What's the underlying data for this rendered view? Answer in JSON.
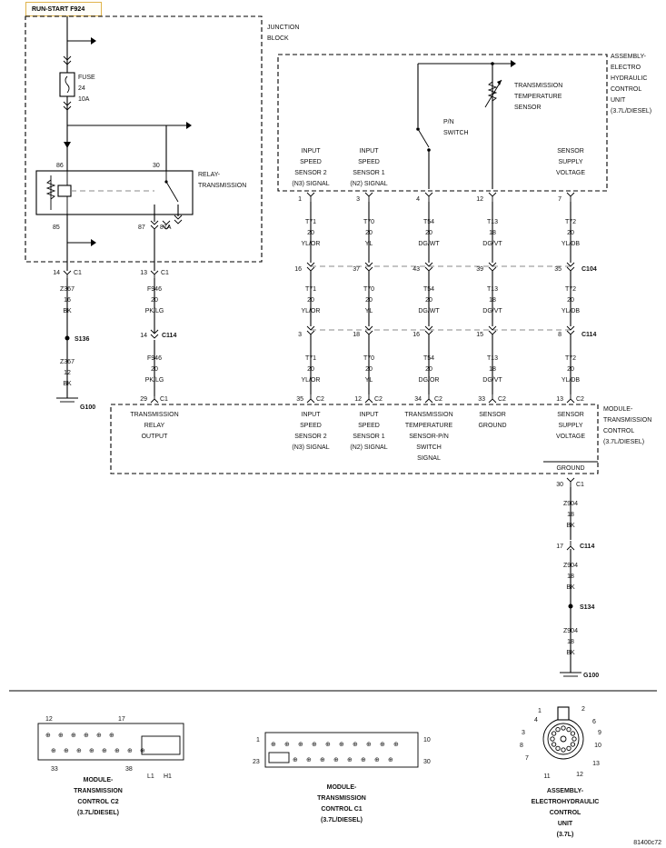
{
  "header": {
    "circuit_title": "RUN-START F924"
  },
  "components": {
    "junction_block": [
      "JUNCTION",
      "BLOCK"
    ],
    "fuse": [
      "FUSE",
      "24",
      "10A"
    ],
    "relay": [
      "RELAY-",
      "TRANSMISSION"
    ],
    "relay_pins": {
      "p86": "86",
      "p30": "30",
      "p85": "85",
      "p87": "87",
      "p87a": "87A"
    },
    "ehcu": [
      "ASSEMBLY-",
      "ELECTRO",
      "HYDRAULIC",
      "CONTROL",
      "UNIT",
      "(3.7L/DIESEL)"
    ],
    "temp_sensor": [
      "TRANSMISSION",
      "TEMPERATURE",
      "SENSOR"
    ],
    "pn_switch": [
      "P/N",
      "SWITCH"
    ],
    "tcm": [
      "MODULE-",
      "TRANSMISSION",
      "CONTROL",
      "(3.7L/DIESEL)"
    ]
  },
  "ehcu_signals": [
    {
      "lines": [
        "INPUT",
        "SPEED",
        "SENSOR 2",
        "(N3) SIGNAL"
      ],
      "pin": "1"
    },
    {
      "lines": [
        "INPUT",
        "SPEED",
        "SENSOR 1",
        "(N2) SIGNAL"
      ],
      "pin": "3"
    },
    {
      "lines": [],
      "pin": "4"
    },
    {
      "lines": [],
      "pin": "12"
    },
    {
      "lines": [
        "SENSOR",
        "SUPPLY",
        "VOLTAGE"
      ],
      "pin": "7"
    }
  ],
  "wire_columns": [
    {
      "seg1": [
        "T71",
        "20",
        "YL/OR"
      ],
      "c104": "16",
      "seg2": [
        "T71",
        "20",
        "YL/OR"
      ],
      "c114": "3",
      "seg3": [
        "T71",
        "20",
        "YL/OR"
      ],
      "tcm_pin": "35",
      "tcm_conn": "C2"
    },
    {
      "seg1": [
        "T70",
        "20",
        "YL"
      ],
      "c104": "37",
      "seg2": [
        "T70",
        "20",
        "YL"
      ],
      "c114": "18",
      "seg3": [
        "T70",
        "20",
        "YL"
      ],
      "tcm_pin": "12",
      "tcm_conn": "C2"
    },
    {
      "seg1": [
        "T54",
        "20",
        "DG/WT"
      ],
      "c104": "43",
      "seg2": [
        "T54",
        "20",
        "DG/WT"
      ],
      "c114": "16",
      "seg3": [
        "T54",
        "20",
        "DG/OR"
      ],
      "tcm_pin": "34",
      "tcm_conn": "C2"
    },
    {
      "seg1": [
        "T13",
        "18",
        "DG/VT"
      ],
      "c104": "39",
      "seg2": [
        "T13",
        "18",
        "DG/VT"
      ],
      "c114": "15",
      "seg3": [
        "T13",
        "18",
        "DG/VT"
      ],
      "tcm_pin": "33",
      "tcm_conn": "C2"
    },
    {
      "seg1": [
        "T72",
        "20",
        "YL/DB"
      ],
      "c104": "35",
      "seg2": [
        "T72",
        "20",
        "YL/DB"
      ],
      "c114": "8",
      "seg3": [
        "T72",
        "20",
        "YL/DB"
      ],
      "tcm_pin": "13",
      "tcm_conn": "C2"
    }
  ],
  "connectors": {
    "c104": "C104",
    "c114": "C114",
    "c1": "C1",
    "c2": "C2"
  },
  "tcm_signals": [
    [
      "TRANSMISSION",
      "RELAY",
      "OUTPUT"
    ],
    [
      "INPUT",
      "SPEED",
      "SENSOR 2",
      "(N3) SIGNAL"
    ],
    [
      "INPUT",
      "SPEED",
      "SENSOR 1",
      "(N2) SIGNAL"
    ],
    [
      "TRANSMISSION",
      "TEMPERATURE",
      "SENSOR-P/N",
      "SWITCH",
      "SIGNAL"
    ],
    [
      "SENSOR",
      "GROUND"
    ],
    [
      "SENSOR",
      "SUPPLY",
      "VOLTAGE"
    ]
  ],
  "tcm_ground": {
    "label": "GROUND",
    "pin": "30",
    "conn": "C1"
  },
  "left_branch": {
    "pin14": "14",
    "c1": "C1",
    "wire1": [
      "Z367",
      "16",
      "BK"
    ],
    "splice": "S136",
    "wire2": [
      "Z367",
      "12",
      "BK"
    ],
    "ground": "G100"
  },
  "relay_branch": {
    "pin13": "13",
    "c1": "C1",
    "wire1": [
      "F946",
      "20",
      "PK/LG"
    ],
    "pin14": "14",
    "c114": "C114",
    "wire2": [
      "F946",
      "20",
      "PK/LG"
    ],
    "pin29": "29",
    "c1b": "C1"
  },
  "ground_branch": {
    "wire1": [
      "Z904",
      "18",
      "BK"
    ],
    "pin17": "17",
    "c114": "C114",
    "wire2": [
      "Z904",
      "18",
      "BK"
    ],
    "splice": "S134",
    "wire3": [
      "Z904",
      "18",
      "BK"
    ],
    "ground": "G100"
  },
  "connector_views": {
    "c2": {
      "pin_tl": "12",
      "pin_tr": "17",
      "pin_bl": "33",
      "pin_br": "38",
      "l1": "L1",
      "h1": "H1",
      "title": [
        "MODULE-",
        "TRANSMISSION",
        "CONTROL C2",
        "(3.7L/DIESEL)"
      ]
    },
    "c1": {
      "pin_tl": "1",
      "pin_tr": "10",
      "pin_bl": "23",
      "pin_br": "30",
      "title": [
        "MODULE-",
        "TRANSMISSION",
        "CONTROL C1",
        "(3.7L/DIESEL)"
      ]
    },
    "ehcu": {
      "pins": [
        "1",
        "2",
        "3",
        "4",
        "6",
        "7",
        "8",
        "9",
        "10",
        "11",
        "12",
        "13"
      ],
      "title": [
        "ASSEMBLY-",
        "ELECTROHYDRAULIC",
        "CONTROL",
        "UNIT",
        "(3.7L)"
      ]
    }
  },
  "footer": {
    "code": "81400c72"
  }
}
